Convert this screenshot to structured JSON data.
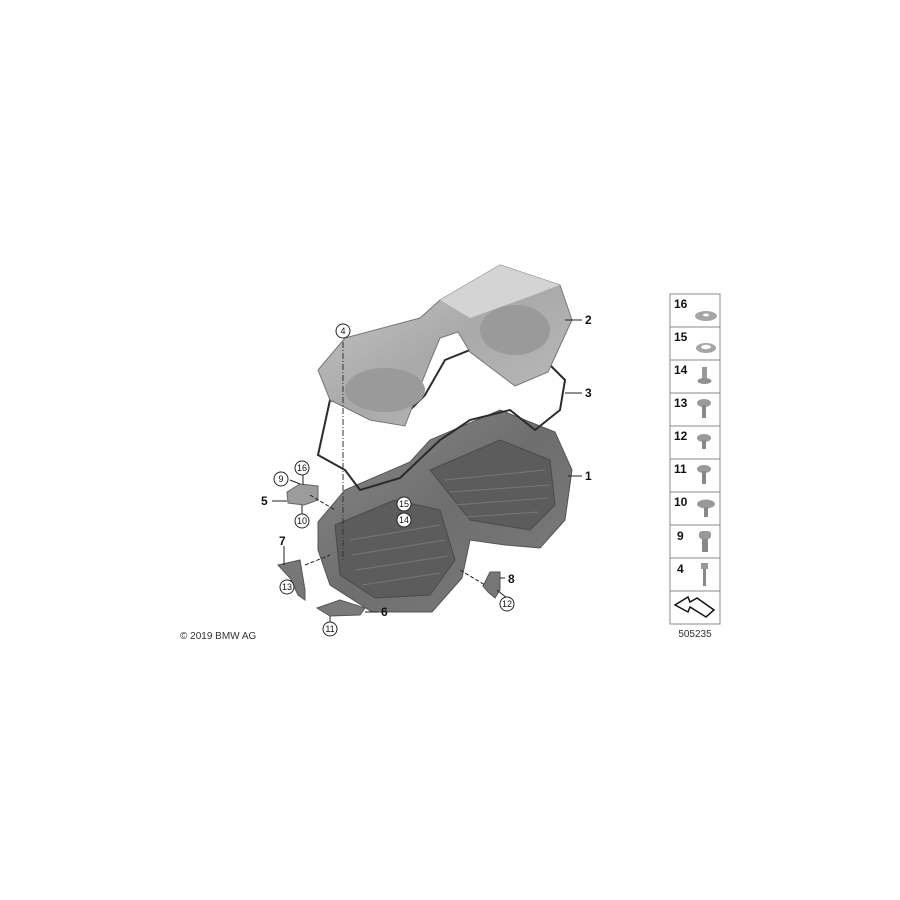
{
  "diagram": {
    "copyright": "© 2019 BMW AG",
    "image_number": "505235",
    "callouts": {
      "part1": "1",
      "part2": "2",
      "part3": "3",
      "part4": "4",
      "part5": "5",
      "part6": "6",
      "part7": "7",
      "part8": "8",
      "part9": "9",
      "part10": "10",
      "part11": "11",
      "part12": "12",
      "part13": "13",
      "part14": "14",
      "part15": "15",
      "part16": "16"
    },
    "legend_panel": [
      {
        "label": "16",
        "icon": "washer-large-icon"
      },
      {
        "label": "15",
        "icon": "washer-ring-icon"
      },
      {
        "label": "14",
        "icon": "stud-bolt-icon"
      },
      {
        "label": "13",
        "icon": "flange-bolt-icon"
      },
      {
        "label": "12",
        "icon": "short-flange-bolt-icon"
      },
      {
        "label": "11",
        "icon": "flange-bolt-icon"
      },
      {
        "label": "10",
        "icon": "washer-bolt-icon"
      },
      {
        "label": "9",
        "icon": "torx-bolt-icon"
      },
      {
        "label": "4",
        "icon": "long-bolt-icon"
      },
      {
        "label": "",
        "icon": "direction-arrow-icon"
      }
    ]
  }
}
